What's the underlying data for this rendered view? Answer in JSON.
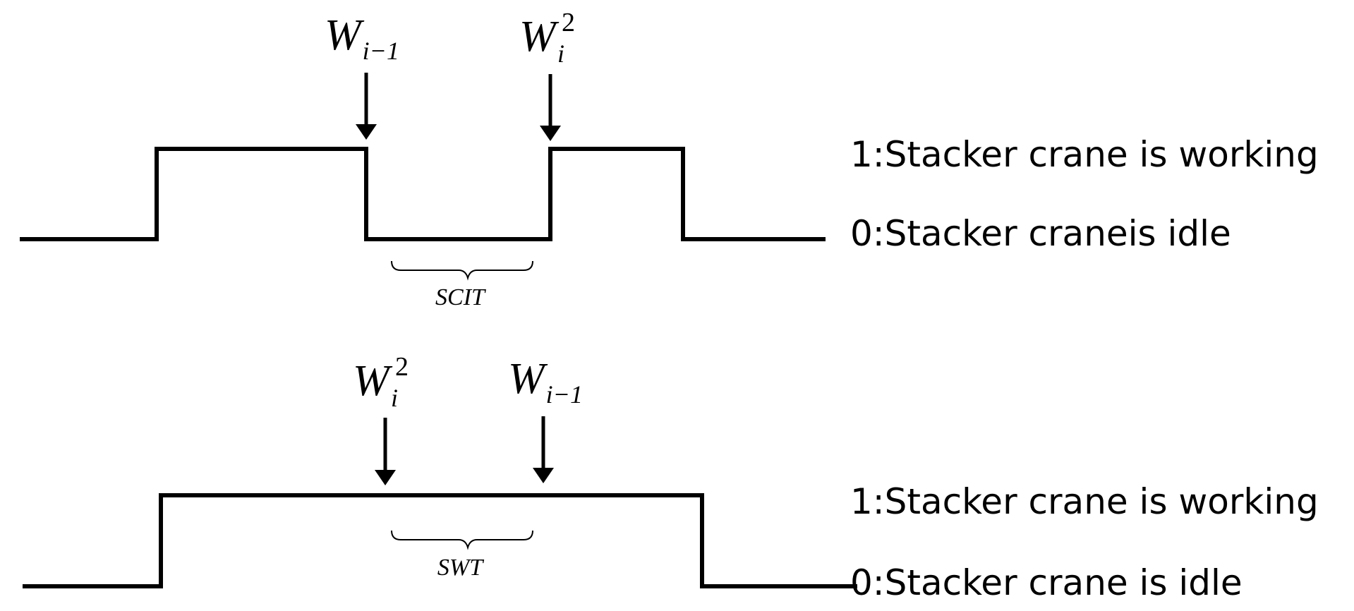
{
  "top_panel": {
    "marker_left": {
      "base": "W",
      "sub": "i−1",
      "sup": ""
    },
    "marker_right": {
      "base": "W",
      "sub": "i",
      "sup": "2"
    },
    "interval_label": "SCIT",
    "label_high": "1:Stacker crane is working",
    "label_low": "0:Stacker craneis idle"
  },
  "bottom_panel": {
    "marker_left": {
      "base": "W",
      "sub": "i",
      "sup": "2"
    },
    "marker_right": {
      "base": "W",
      "sub": "i−1",
      "sup": ""
    },
    "interval_label": "SWT",
    "label_high": "1:Stacker crane is working",
    "label_low": "0:Stacker crane is idle"
  },
  "colors": {
    "line": "#000000",
    "background": "#ffffff"
  }
}
